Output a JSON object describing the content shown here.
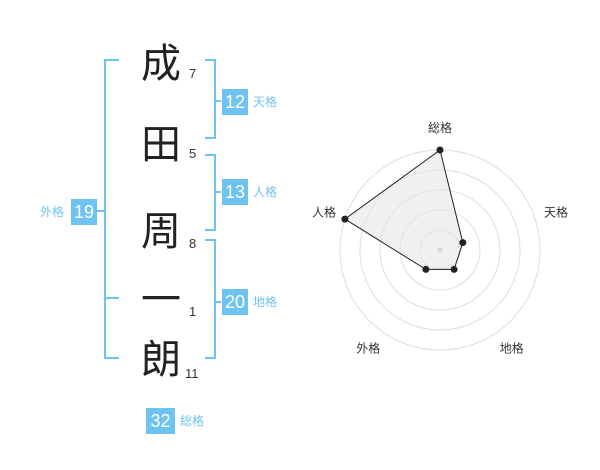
{
  "name": {
    "chars": [
      {
        "char": "成",
        "strokes": "7"
      },
      {
        "char": "田",
        "strokes": "5"
      },
      {
        "char": "周",
        "strokes": "8"
      },
      {
        "char": "一",
        "strokes": "1"
      },
      {
        "char": "朗",
        "strokes": "11"
      }
    ]
  },
  "fortune": {
    "tenkaku": {
      "value": "12",
      "label": "天格"
    },
    "jinkaku": {
      "value": "13",
      "label": "人格"
    },
    "chikaku": {
      "value": "20",
      "label": "地格"
    },
    "gaikaku": {
      "value": "19",
      "label": "外格"
    },
    "soukaku": {
      "value": "32",
      "label": "総格"
    }
  },
  "colors": {
    "accent": "#6ec3f0",
    "text": "#222222",
    "grid": "#dddddd"
  },
  "chart_data": {
    "type": "radar",
    "axes": [
      "総格",
      "天格",
      "地格",
      "外格",
      "人格"
    ],
    "values": [
      5,
      1,
      1,
      1,
      5
    ],
    "max": 5,
    "rings": 5,
    "grid": true
  }
}
